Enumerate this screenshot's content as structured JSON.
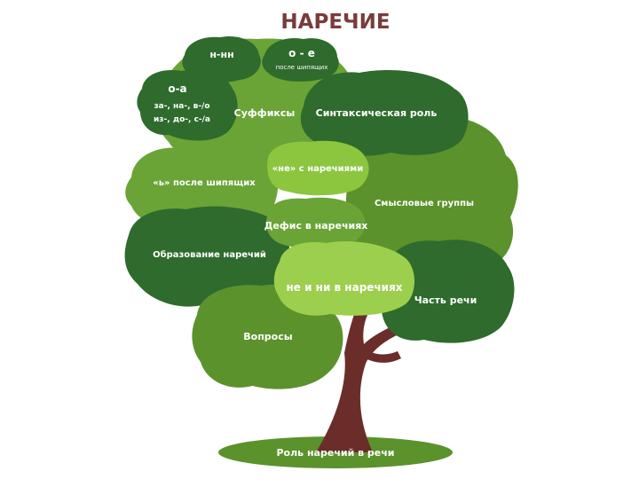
{
  "title": "НАРЕЧИЕ",
  "colors": {
    "title": "#7a3b3b",
    "dark_green": "#2e6b2c",
    "mid_green": "#6aa436",
    "olive_green": "#5b922c",
    "light_green": "#8cc63f",
    "pale_green": "#9ccf4d",
    "trunk": "#6b2d2a"
  },
  "branches": {
    "n_nn": "н-нн",
    "o_e": "о - е",
    "o_e_note": "после шипящих",
    "o_a": "о-а",
    "prefixes_1": "за-, на-, в-/о",
    "prefixes_2": "из-, до-, с-/а",
    "suffixes": "Суффиксы",
    "syntax_role": "Синтаксическая роль",
    "soft_sign": "«ь» после шипящих",
    "ne_with_adverbs": "«не» с наречиями",
    "semantic_groups": "Смысловые группы",
    "hyphen": "Дефис в наречиях",
    "formation": "Образование наречий",
    "ne_ni": "не и ни в наречиях",
    "part_of_speech": "Часть речи",
    "questions": "Вопросы",
    "role_in_speech": "Роль наречий в речи"
  }
}
